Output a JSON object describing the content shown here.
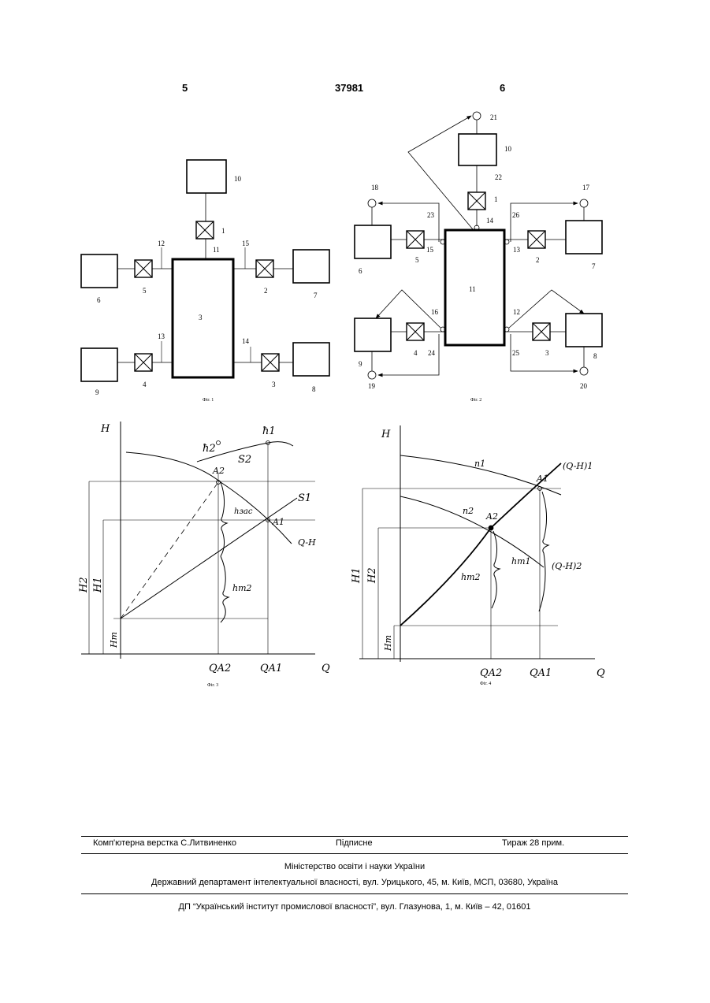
{
  "header": {
    "left_page": "5",
    "patent_number": "37981",
    "right_page": "6"
  },
  "fig1": {
    "caption": "Фіг. 1",
    "labels": {
      "main": "3",
      "b10": "10",
      "b6": "6",
      "b7": "7",
      "b8": "8",
      "b9": "9",
      "v1": "1",
      "v2": "2",
      "v3": "3",
      "v4": "4",
      "v5": "5",
      "p11": "11",
      "p12": "12",
      "p13": "13",
      "p14": "14",
      "p15": "15"
    }
  },
  "fig2": {
    "caption": "Фіг. 2",
    "labels": {
      "main": "11",
      "b10": "10",
      "b6": "6",
      "b7": "7",
      "b8": "8",
      "b9": "9",
      "v1": "1",
      "v2": "2",
      "v3": "3",
      "v4": "4",
      "v5": "5",
      "p12": "12",
      "p13": "13",
      "p14": "14",
      "p15": "15",
      "p16": "16",
      "g17": "17",
      "g18": "18",
      "g19": "19",
      "g20": "20",
      "g21": "21",
      "p22": "22",
      "p23": "23",
      "p24": "24",
      "p25": "25",
      "p26": "26"
    }
  },
  "fig3": {
    "caption": "Фіг. 3",
    "labels": {
      "H": "H",
      "Q": "Q",
      "n2": "ħ2",
      "n1": "ħ1",
      "S2": "S2",
      "S1": "S1",
      "A2": "A2",
      "A1": "A1",
      "hzac": "hзас",
      "QH": "Q-H",
      "hT2": "hт2",
      "H2": "H2",
      "H1": "H1",
      "HT": "Hт",
      "QA2": "QA2",
      "QA1": "QA1"
    }
  },
  "fig4": {
    "caption": "Фіг. 4",
    "labels": {
      "H": "H",
      "Q": "Q",
      "n1": "n1",
      "n2": "n2",
      "A1": "A1",
      "A2": "A2",
      "QH1": "(Q-H)1",
      "QH2": "(Q-H)2",
      "hT1": "hт1",
      "hT2": "hт2",
      "H1": "H1",
      "H2": "H2",
      "HT": "Hт",
      "QA2": "QA2",
      "QA1": "QA1"
    }
  },
  "footer": {
    "typesetting": "Комп'ютерна верстка С.Литвиненко",
    "signed": "Підписне",
    "circulation": "Тираж 28 прим.",
    "ministry": "Міністерство освіти і науки України",
    "department": "Державний департамент інтелектуальної власності, вул. Урицького, 45, м. Київ, МСП, 03680, Україна",
    "institute": "ДП “Український інститут промислової власності”, вул. Глазунова, 1, м. Київ – 42, 01601"
  }
}
